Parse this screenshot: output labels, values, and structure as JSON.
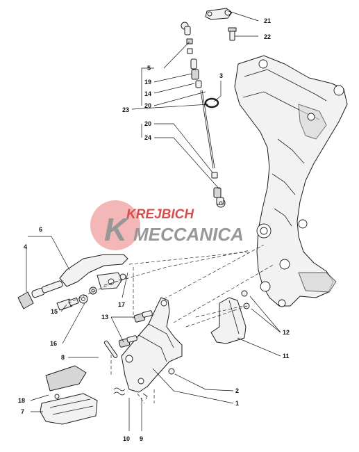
{
  "watermark": {
    "line1": "KREJBICH",
    "line2": "MECCANICA",
    "logo_letter": "K",
    "colors": {
      "circle": "#f3b0b0",
      "text_red": "#d63a3a",
      "text_grey": "#8c8c8c"
    }
  },
  "callouts": [
    {
      "id": "c21",
      "label": "21"
    },
    {
      "id": "c22",
      "label": "22"
    },
    {
      "id": "c5",
      "label": "5"
    },
    {
      "id": "c19",
      "label": "19"
    },
    {
      "id": "c14",
      "label": "14"
    },
    {
      "id": "c20a",
      "label": "20"
    },
    {
      "id": "c23",
      "label": "23"
    },
    {
      "id": "c3",
      "label": "3"
    },
    {
      "id": "c20b",
      "label": "20"
    },
    {
      "id": "c24",
      "label": "24"
    },
    {
      "id": "c6",
      "label": "6"
    },
    {
      "id": "c4",
      "label": "4"
    },
    {
      "id": "c17",
      "label": "17"
    },
    {
      "id": "c15",
      "label": "15"
    },
    {
      "id": "c16",
      "label": "16"
    },
    {
      "id": "c13",
      "label": "13"
    },
    {
      "id": "c8",
      "label": "8"
    },
    {
      "id": "c12",
      "label": "12"
    },
    {
      "id": "c11",
      "label": "11"
    },
    {
      "id": "c2",
      "label": "2"
    },
    {
      "id": "c1",
      "label": "1"
    },
    {
      "id": "c18",
      "label": "18"
    },
    {
      "id": "c7",
      "label": "7"
    },
    {
      "id": "c10",
      "label": "10"
    },
    {
      "id": "c9",
      "label": "9"
    }
  ],
  "colors": {
    "line": "#111111",
    "part_fill": "#f2f2f2",
    "part_shade": "#d6d6d6"
  }
}
